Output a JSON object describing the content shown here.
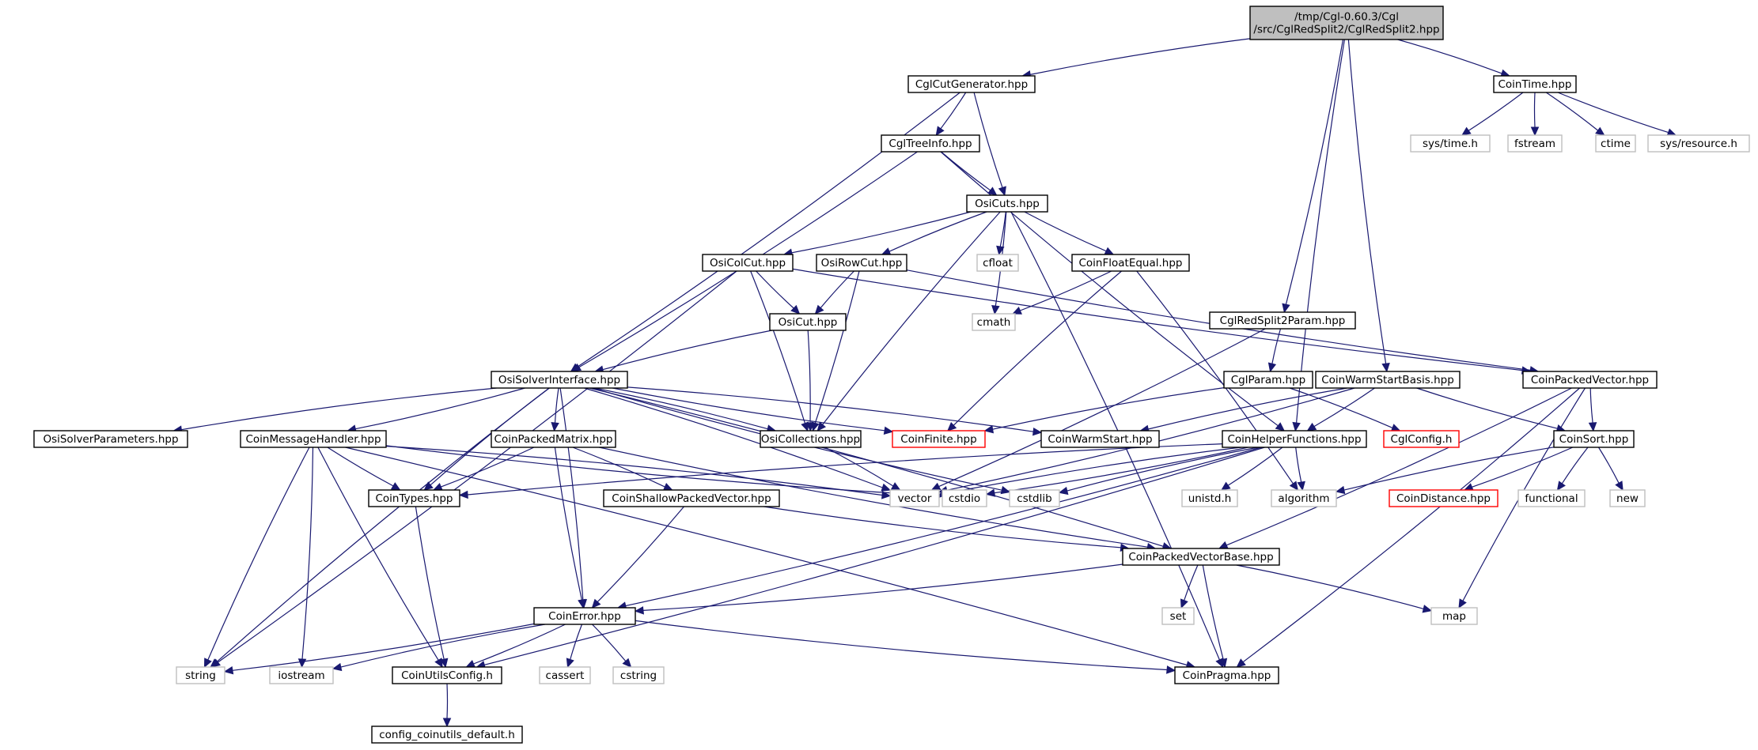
{
  "graph": {
    "nodes": [
      {
        "id": "root",
        "label": [
          "/tmp/Cgl-0.60.3/Cgl",
          "/src/CglRedSplit2/CglRedSplit2.hpp"
        ],
        "kind": "header"
      },
      {
        "id": "CglCutGenerator",
        "label": [
          "CglCutGenerator.hpp"
        ],
        "kind": "doc"
      },
      {
        "id": "CoinTime",
        "label": [
          "CoinTime.hpp"
        ],
        "kind": "doc"
      },
      {
        "id": "systime",
        "label": [
          "sys/time.h"
        ],
        "kind": "sys"
      },
      {
        "id": "fstream",
        "label": [
          "fstream"
        ],
        "kind": "sys"
      },
      {
        "id": "ctime",
        "label": [
          "ctime"
        ],
        "kind": "sys"
      },
      {
        "id": "sysresource",
        "label": [
          "sys/resource.h"
        ],
        "kind": "sys"
      },
      {
        "id": "CglTreeInfo",
        "label": [
          "CglTreeInfo.hpp"
        ],
        "kind": "doc"
      },
      {
        "id": "OsiCuts",
        "label": [
          "OsiCuts.hpp"
        ],
        "kind": "doc"
      },
      {
        "id": "OsiColCut",
        "label": [
          "OsiColCut.hpp"
        ],
        "kind": "doc"
      },
      {
        "id": "OsiRowCut",
        "label": [
          "OsiRowCut.hpp"
        ],
        "kind": "doc"
      },
      {
        "id": "cfloat",
        "label": [
          "cfloat"
        ],
        "kind": "sys"
      },
      {
        "id": "CoinFloatEqual",
        "label": [
          "CoinFloatEqual.hpp"
        ],
        "kind": "doc"
      },
      {
        "id": "cmath",
        "label": [
          "cmath"
        ],
        "kind": "sys"
      },
      {
        "id": "OsiCut",
        "label": [
          "OsiCut.hpp"
        ],
        "kind": "doc"
      },
      {
        "id": "CglRedSplit2Param",
        "label": [
          "CglRedSplit2Param.hpp"
        ],
        "kind": "doc"
      },
      {
        "id": "CglParam",
        "label": [
          "CglParam.hpp"
        ],
        "kind": "doc"
      },
      {
        "id": "CoinWarmStartBasis",
        "label": [
          "CoinWarmStartBasis.hpp"
        ],
        "kind": "doc"
      },
      {
        "id": "CoinPackedVector",
        "label": [
          "CoinPackedVector.hpp"
        ],
        "kind": "doc"
      },
      {
        "id": "OsiSolverInterface",
        "label": [
          "OsiSolverInterface.hpp"
        ],
        "kind": "doc"
      },
      {
        "id": "OsiSolverParameters",
        "label": [
          "OsiSolverParameters.hpp"
        ],
        "kind": "doc"
      },
      {
        "id": "CoinMessageHandler",
        "label": [
          "CoinMessageHandler.hpp"
        ],
        "kind": "doc"
      },
      {
        "id": "CoinPackedMatrix",
        "label": [
          "CoinPackedMatrix.hpp"
        ],
        "kind": "doc"
      },
      {
        "id": "OsiCollections",
        "label": [
          "OsiCollections.hpp"
        ],
        "kind": "doc"
      },
      {
        "id": "CoinFinite",
        "label": [
          "CoinFinite.hpp"
        ],
        "kind": "missing"
      },
      {
        "id": "CoinWarmStart",
        "label": [
          "CoinWarmStart.hpp"
        ],
        "kind": "doc"
      },
      {
        "id": "CoinHelperFunctions",
        "label": [
          "CoinHelperFunctions.hpp"
        ],
        "kind": "doc"
      },
      {
        "id": "CglConfig",
        "label": [
          "CglConfig.h"
        ],
        "kind": "missing"
      },
      {
        "id": "CoinSort",
        "label": [
          "CoinSort.hpp"
        ],
        "kind": "doc"
      },
      {
        "id": "CoinTypes",
        "label": [
          "CoinTypes.hpp"
        ],
        "kind": "doc"
      },
      {
        "id": "CoinShallowPackedVector",
        "label": [
          "CoinShallowPackedVector.hpp"
        ],
        "kind": "doc"
      },
      {
        "id": "vector",
        "label": [
          "vector"
        ],
        "kind": "sys"
      },
      {
        "id": "cstdio",
        "label": [
          "cstdio"
        ],
        "kind": "sys"
      },
      {
        "id": "cstdlib",
        "label": [
          "cstdlib"
        ],
        "kind": "sys"
      },
      {
        "id": "unistd",
        "label": [
          "unistd.h"
        ],
        "kind": "sys"
      },
      {
        "id": "algorithm",
        "label": [
          "algorithm"
        ],
        "kind": "sys"
      },
      {
        "id": "CoinDistance",
        "label": [
          "CoinDistance.hpp"
        ],
        "kind": "missing"
      },
      {
        "id": "functional",
        "label": [
          "functional"
        ],
        "kind": "sys"
      },
      {
        "id": "new",
        "label": [
          "new"
        ],
        "kind": "sys"
      },
      {
        "id": "CoinPackedVectorBase",
        "label": [
          "CoinPackedVectorBase.hpp"
        ],
        "kind": "doc"
      },
      {
        "id": "set",
        "label": [
          "set"
        ],
        "kind": "sys"
      },
      {
        "id": "map",
        "label": [
          "map"
        ],
        "kind": "sys"
      },
      {
        "id": "CoinError",
        "label": [
          "CoinError.hpp"
        ],
        "kind": "doc"
      },
      {
        "id": "string",
        "label": [
          "string"
        ],
        "kind": "sys"
      },
      {
        "id": "iostream",
        "label": [
          "iostream"
        ],
        "kind": "sys"
      },
      {
        "id": "CoinUtilsConfig",
        "label": [
          "CoinUtilsConfig.h"
        ],
        "kind": "doc"
      },
      {
        "id": "cassert",
        "label": [
          "cassert"
        ],
        "kind": "sys"
      },
      {
        "id": "cstring",
        "label": [
          "cstring"
        ],
        "kind": "sys"
      },
      {
        "id": "CoinPragma",
        "label": [
          "CoinPragma.hpp"
        ],
        "kind": "doc"
      },
      {
        "id": "config_coinutils_default",
        "label": [
          "config_coinutils_default.h"
        ],
        "kind": "doc"
      }
    ],
    "edges": [
      [
        "root",
        "CglCutGenerator"
      ],
      [
        "root",
        "CoinTime"
      ],
      [
        "root",
        "CoinHelperFunctions"
      ],
      [
        "root",
        "CglRedSplit2Param"
      ],
      [
        "root",
        "CoinWarmStartBasis"
      ],
      [
        "CoinTime",
        "systime"
      ],
      [
        "CoinTime",
        "fstream"
      ],
      [
        "CoinTime",
        "ctime"
      ],
      [
        "CoinTime",
        "sysresource"
      ],
      [
        "CglCutGenerator",
        "CglTreeInfo"
      ],
      [
        "CglCutGenerator",
        "OsiCuts"
      ],
      [
        "CglCutGenerator",
        "OsiSolverInterface"
      ],
      [
        "CglTreeInfo",
        "OsiCuts"
      ],
      [
        "CglTreeInfo",
        "OsiSolverInterface"
      ],
      [
        "CglTreeInfo",
        "CoinHelperFunctions"
      ],
      [
        "OsiCuts",
        "OsiColCut"
      ],
      [
        "OsiCuts",
        "OsiRowCut"
      ],
      [
        "OsiCuts",
        "cfloat"
      ],
      [
        "OsiCuts",
        "CoinFloatEqual"
      ],
      [
        "OsiCuts",
        "cmath"
      ],
      [
        "OsiCuts",
        "OsiCollections"
      ],
      [
        "OsiCuts",
        "CoinPragma"
      ],
      [
        "OsiColCut",
        "OsiCut"
      ],
      [
        "OsiColCut",
        "OsiCollections"
      ],
      [
        "OsiColCut",
        "CoinPackedVector"
      ],
      [
        "OsiColCut",
        "string"
      ],
      [
        "OsiRowCut",
        "OsiCut"
      ],
      [
        "OsiRowCut",
        "OsiCollections"
      ],
      [
        "OsiRowCut",
        "CoinPackedVector"
      ],
      [
        "CoinFloatEqual",
        "cmath"
      ],
      [
        "CoinFloatEqual",
        "CoinFinite"
      ],
      [
        "CoinFloatEqual",
        "algorithm"
      ],
      [
        "OsiCut",
        "OsiSolverInterface"
      ],
      [
        "OsiCut",
        "OsiCollections"
      ],
      [
        "CglRedSplit2Param",
        "CglParam"
      ],
      [
        "CglRedSplit2Param",
        "vector"
      ],
      [
        "CglParam",
        "CoinFinite"
      ],
      [
        "CglParam",
        "CglConfig"
      ],
      [
        "CoinWarmStartBasis",
        "CoinWarmStart"
      ],
      [
        "CoinWarmStartBasis",
        "CoinHelperFunctions"
      ],
      [
        "CoinWarmStartBasis",
        "CoinSort"
      ],
      [
        "CoinWarmStartBasis",
        "vector"
      ],
      [
        "CoinPackedVector",
        "CoinSort"
      ],
      [
        "CoinPackedVector",
        "CoinPackedVectorBase"
      ],
      [
        "CoinPackedVector",
        "map"
      ],
      [
        "CoinPackedVector",
        "CoinPragma"
      ],
      [
        "OsiSolverInterface",
        "OsiSolverParameters"
      ],
      [
        "OsiSolverInterface",
        "CoinMessageHandler"
      ],
      [
        "OsiSolverInterface",
        "CoinPackedMatrix"
      ],
      [
        "OsiSolverInterface",
        "OsiCollections"
      ],
      [
        "OsiSolverInterface",
        "CoinFinite"
      ],
      [
        "OsiSolverInterface",
        "CoinWarmStart"
      ],
      [
        "OsiSolverInterface",
        "CoinTypes"
      ],
      [
        "OsiSolverInterface",
        "CoinError"
      ],
      [
        "OsiSolverInterface",
        "string"
      ],
      [
        "OsiSolverInterface",
        "vector"
      ],
      [
        "OsiSolverInterface",
        "cstdlib"
      ],
      [
        "OsiSolverInterface",
        "CoinPackedVectorBase"
      ],
      [
        "CoinMessageHandler",
        "CoinTypes"
      ],
      [
        "CoinMessageHandler",
        "vector"
      ],
      [
        "CoinMessageHandler",
        "CoinUtilsConfig"
      ],
      [
        "CoinMessageHandler",
        "iostream"
      ],
      [
        "CoinMessageHandler",
        "string"
      ],
      [
        "CoinMessageHandler",
        "CoinPragma"
      ],
      [
        "CoinMessageHandler",
        "cstdio"
      ],
      [
        "CoinPackedMatrix",
        "CoinTypes"
      ],
      [
        "CoinPackedMatrix",
        "CoinError"
      ],
      [
        "CoinPackedMatrix",
        "CoinShallowPackedVector"
      ],
      [
        "CoinPackedMatrix",
        "CoinPackedVectorBase"
      ],
      [
        "OsiCollections",
        "vector"
      ],
      [
        "CoinHelperFunctions",
        "CoinTypes"
      ],
      [
        "CoinHelperFunctions",
        "CoinUtilsConfig"
      ],
      [
        "CoinHelperFunctions",
        "vector"
      ],
      [
        "CoinHelperFunctions",
        "cstdio"
      ],
      [
        "CoinHelperFunctions",
        "cstdlib"
      ],
      [
        "CoinHelperFunctions",
        "unistd"
      ],
      [
        "CoinHelperFunctions",
        "algorithm"
      ],
      [
        "CoinHelperFunctions",
        "CoinError"
      ],
      [
        "CoinSort",
        "algorithm"
      ],
      [
        "CoinSort",
        "CoinDistance"
      ],
      [
        "CoinSort",
        "functional"
      ],
      [
        "CoinSort",
        "new"
      ],
      [
        "CoinTypes",
        "CoinUtilsConfig"
      ],
      [
        "CoinShallowPackedVector",
        "CoinError"
      ],
      [
        "CoinShallowPackedVector",
        "CoinPackedVectorBase"
      ],
      [
        "CoinPackedVectorBase",
        "CoinError"
      ],
      [
        "CoinPackedVectorBase",
        "set"
      ],
      [
        "CoinPackedVectorBase",
        "map"
      ],
      [
        "CoinPackedVectorBase",
        "CoinPragma"
      ],
      [
        "CoinError",
        "string"
      ],
      [
        "CoinError",
        "iostream"
      ],
      [
        "CoinError",
        "CoinUtilsConfig"
      ],
      [
        "CoinError",
        "cassert"
      ],
      [
        "CoinError",
        "cstring"
      ],
      [
        "CoinError",
        "CoinPragma"
      ],
      [
        "CoinUtilsConfig",
        "config_coinutils_default"
      ]
    ]
  }
}
